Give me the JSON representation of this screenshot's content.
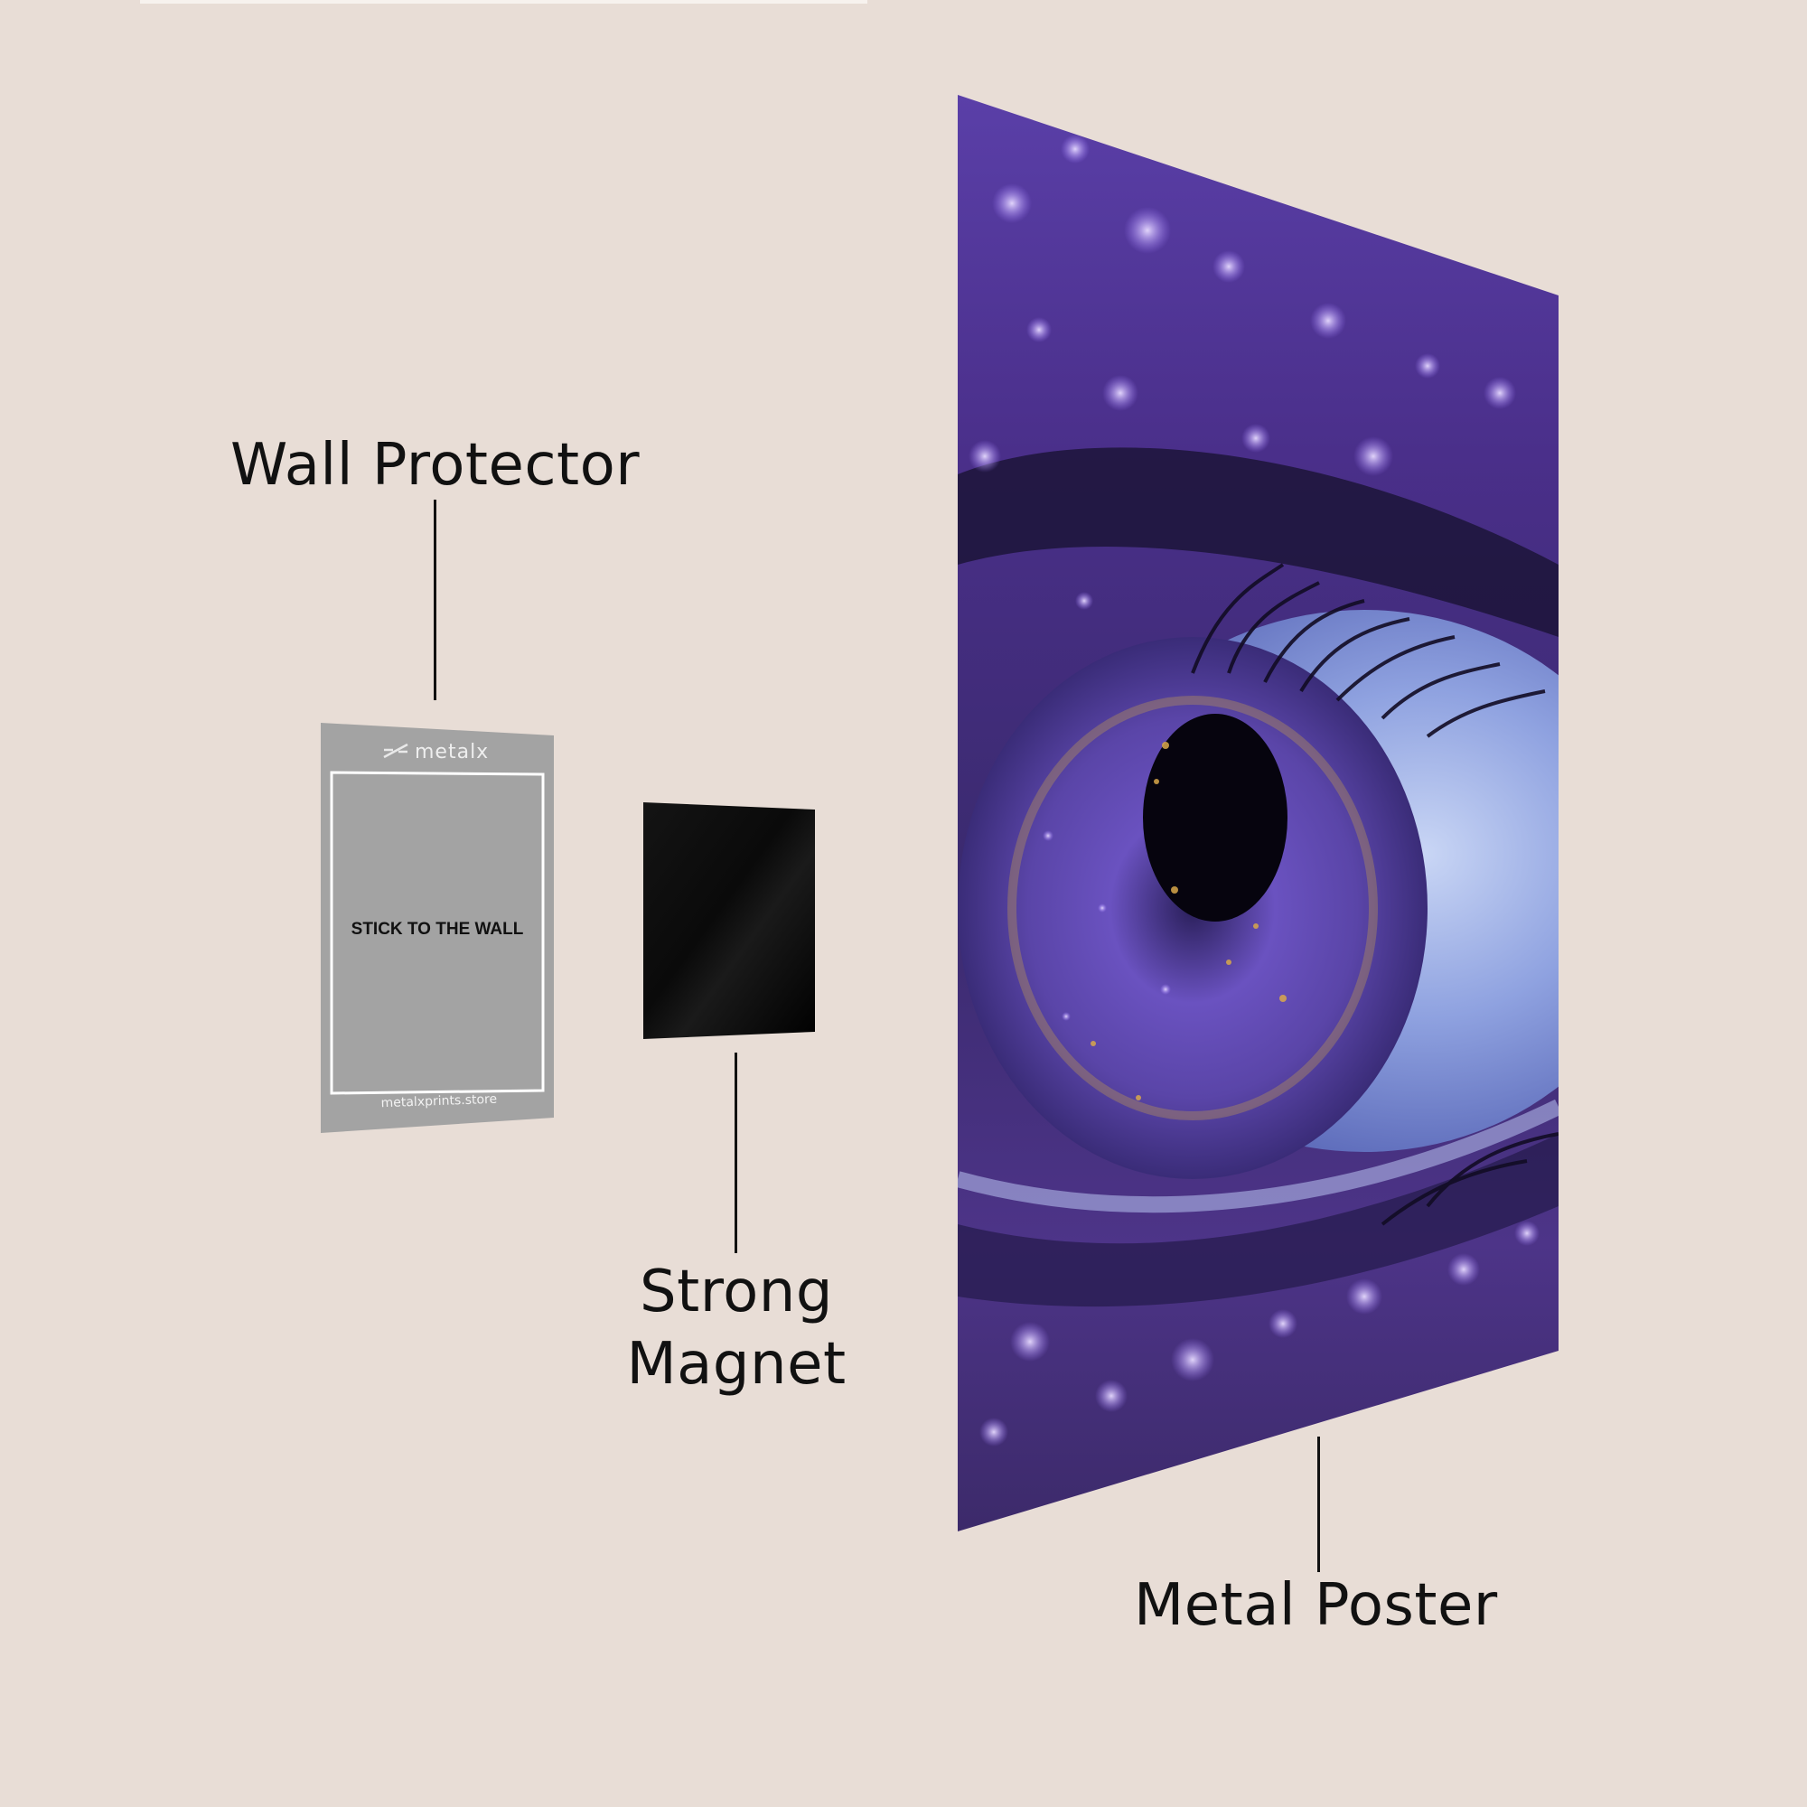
{
  "labels": {
    "wall_protector": "Wall Protector",
    "strong_magnet_line1": "Strong",
    "strong_magnet_line2": "Magnet",
    "metal_poster": "Metal Poster"
  },
  "protector": {
    "brand": "metalx",
    "center_text": "STICK TO THE WALL",
    "website": "metalxprints.store"
  },
  "colors": {
    "background": "#e8ddd6",
    "protector_gray": "#a3a3a3",
    "magnet_black": "#050505",
    "poster_accent": "#7b5fd6"
  }
}
